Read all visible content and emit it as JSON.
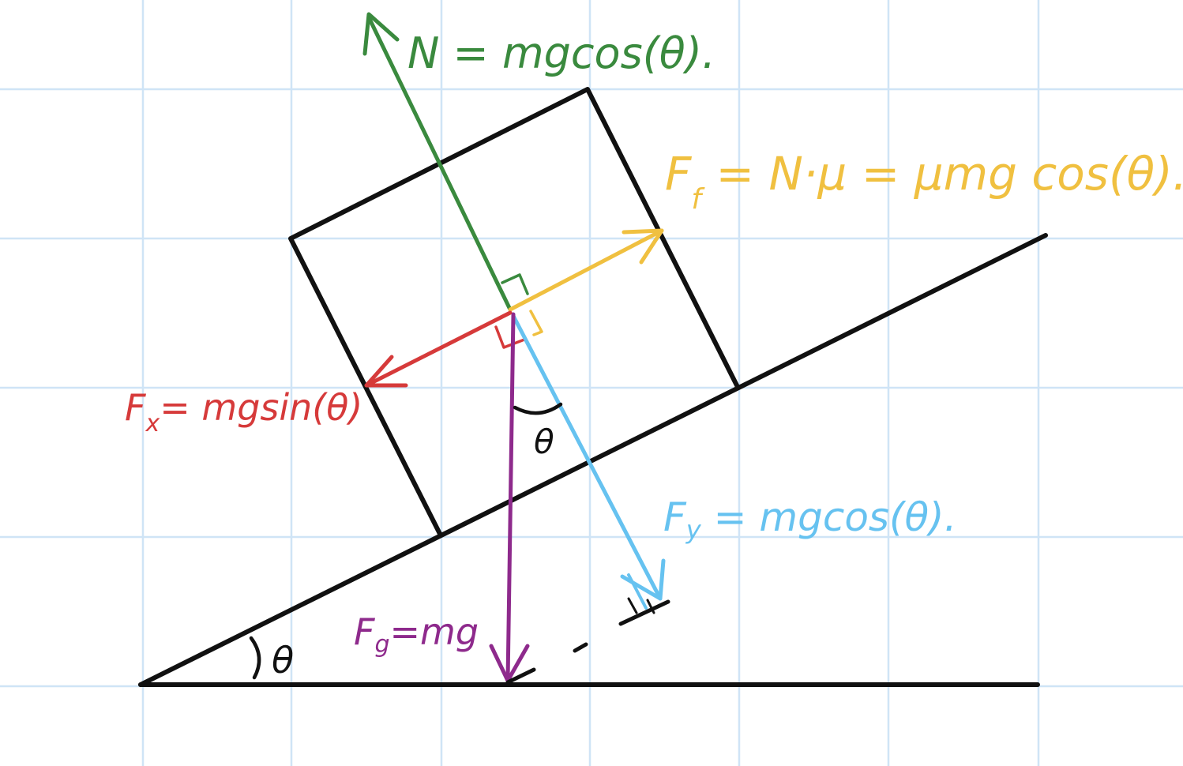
{
  "colors": {
    "background": "#ffffff",
    "grid": "#cfe4f6",
    "outline": "#111111",
    "normal_force": "#3a8a3e",
    "friction_force": "#f0c040",
    "parallel_component": "#d63a3a",
    "perpendicular_component": "#66c2f0",
    "gravity_force": "#8e2a8c"
  },
  "labels": {
    "normal": "N = mgcos(θ).",
    "friction": "Ff = N·μ = μmg cos(θ).",
    "friction_main": "F",
    "friction_sub": "f",
    "friction_rest": " = N·μ = μmg cos(θ).",
    "parallel": "Fx= mgsin(θ)",
    "parallel_main": "F",
    "parallel_sub": "x",
    "parallel_rest": "= mgsin(θ)",
    "perpendicular": "Fy = mgcos(θ).",
    "perpendicular_main": "F",
    "perpendicular_sub": "y",
    "perpendicular_rest": " = mgcos(θ).",
    "gravity": "Fg=mg",
    "gravity_main": "F",
    "gravity_sub": "g",
    "gravity_rest": "=mg",
    "incline_angle": "θ",
    "inner_angle": "θ"
  }
}
